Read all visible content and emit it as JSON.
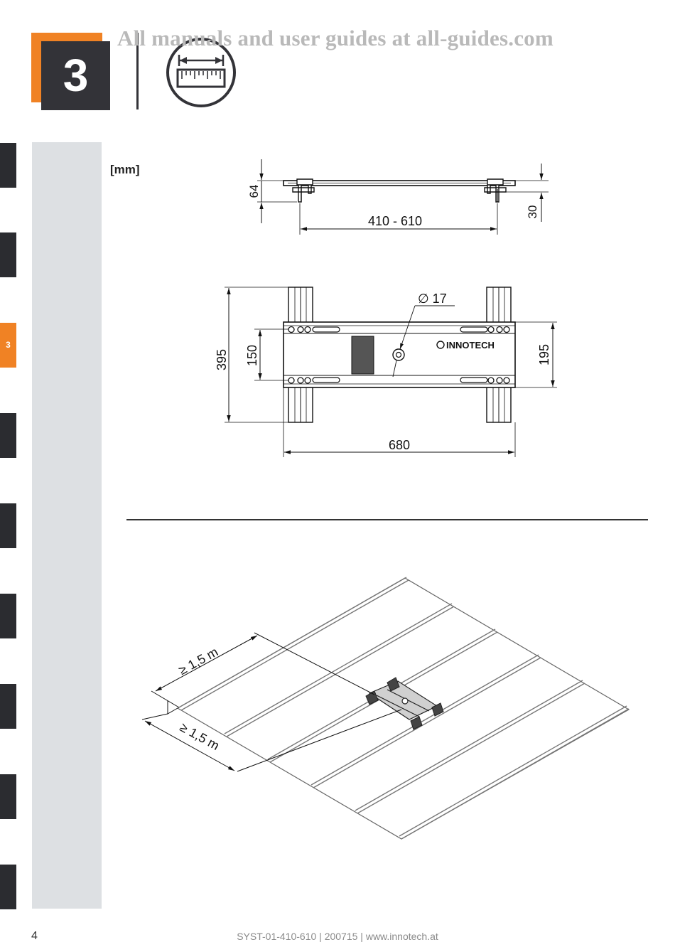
{
  "watermark": "All manuals and user guides at all-guides.com",
  "step": {
    "number": "3",
    "icon": "ruler-measure-icon"
  },
  "side_tabs": [
    "",
    "",
    "3",
    "",
    "",
    "",
    "",
    "",
    ""
  ],
  "units": "[mm]",
  "side_view": {
    "height_dim": "64",
    "width_dim": "410 - 610",
    "base_dim": "30"
  },
  "top_view": {
    "hole_dim": "∅ 17",
    "overall_length": "395",
    "inner_height": "150",
    "plate_height": "195",
    "plate_width": "680",
    "brand": "INNOTECH"
  },
  "roof_view": {
    "distance_1": "≥ 1,5 m",
    "distance_2": "≥ 1,5 m"
  },
  "footer": {
    "page": "4",
    "doc_info": "SYST-01-410-610 | 200715 | www.innotech.at"
  },
  "colors": {
    "accent": "#f08224",
    "dark": "#333338",
    "panel": "#dde0e3"
  }
}
